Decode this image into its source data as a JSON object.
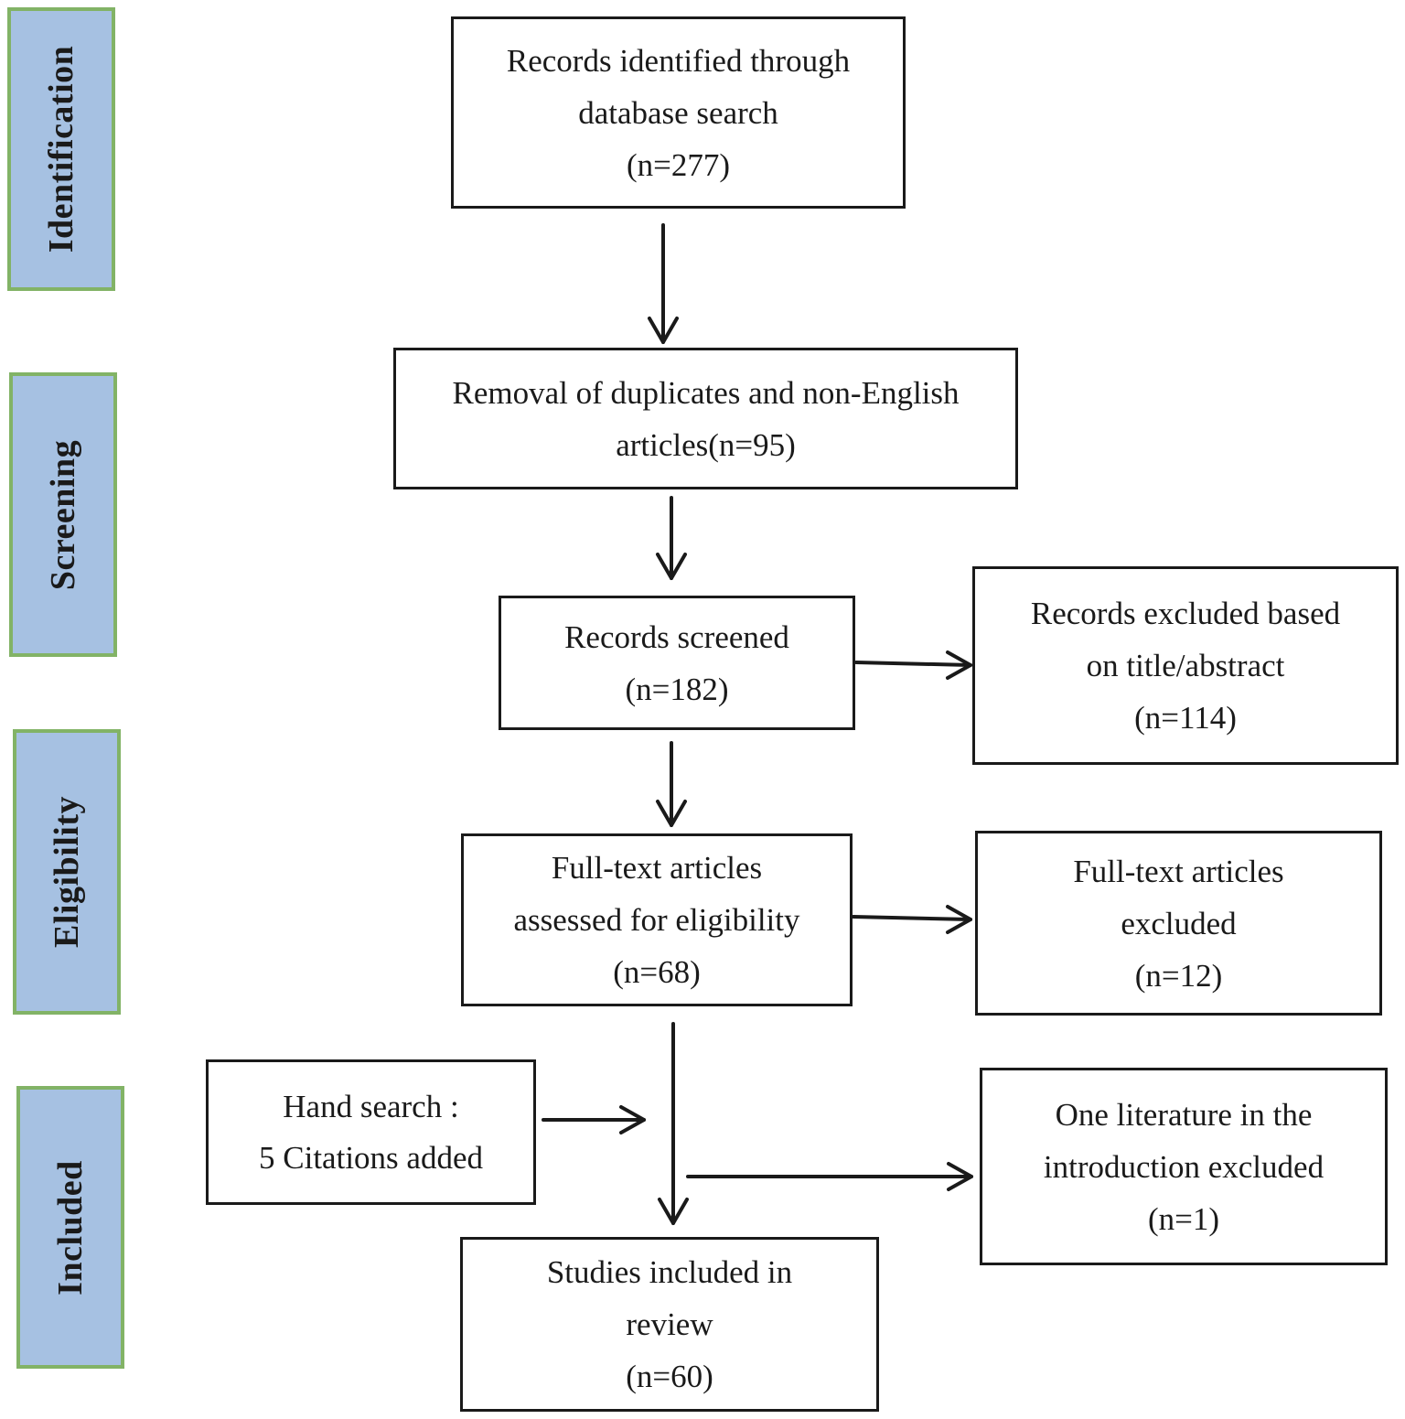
{
  "phases": {
    "identification": "Identification",
    "screening": "Screening",
    "eligibility": "Eligibility",
    "included": "Included"
  },
  "colors": {
    "phase_fill": "#a6c1e2",
    "phase_border": "#82b366",
    "box_border": "#1a1a1a"
  },
  "boxes": {
    "identified": {
      "line1": "Records identified through",
      "line2": "database search",
      "line3": "(n=277)"
    },
    "removal": {
      "line1": "Removal of duplicates and non-English",
      "line2": "articles(n=95)"
    },
    "screened": {
      "line1": "Records screened",
      "line2": "(n=182)"
    },
    "excluded_title": {
      "line1": "Records excluded based",
      "line2": "on title/abstract",
      "line3": "(n=114)"
    },
    "fulltext": {
      "line1": "Full-text articles",
      "line2": "assessed for eligibility",
      "line3": "(n=68)"
    },
    "fulltext_excluded": {
      "line1": "Full-text articles",
      "line2": "excluded",
      "line3": "(n=12)"
    },
    "hand_search": {
      "line1": "Hand search :",
      "line2": "5 Citations added"
    },
    "intro_excluded": {
      "line1": "One literature in the",
      "line2": "introduction excluded",
      "line3": "(n=1)"
    },
    "included": {
      "line1": "Studies included in",
      "line2": "review",
      "line3": "(n=60)"
    }
  }
}
